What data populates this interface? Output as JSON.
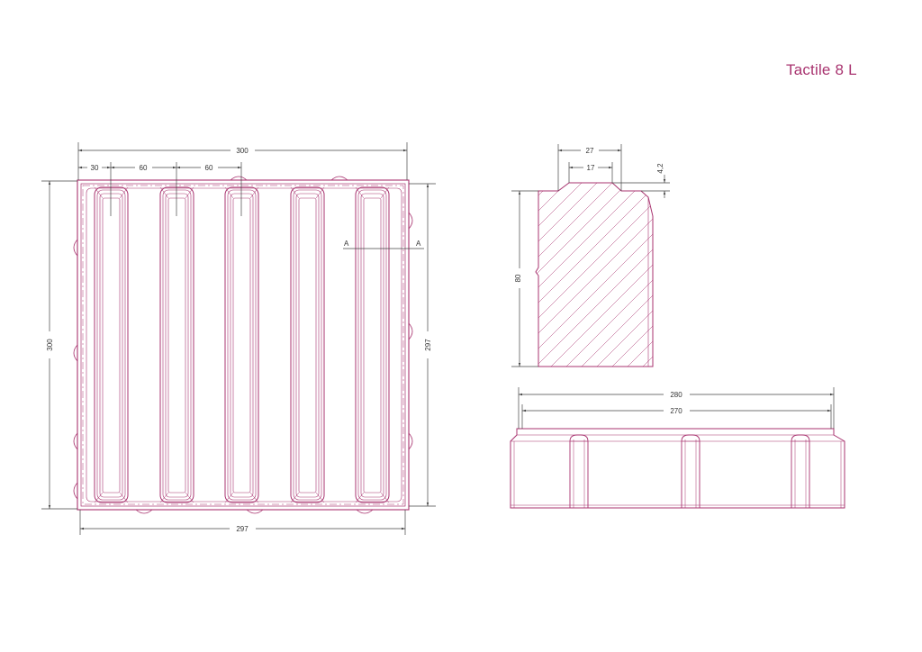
{
  "title": "Tactile 8 L",
  "colors": {
    "ink": "#a8336f",
    "title": "#a8336f",
    "dimension": "#444444",
    "dim_text": "#333333",
    "background": "#ffffff"
  },
  "plan_view": {
    "dimensions": {
      "overall_width": "300",
      "overall_height": "300",
      "inner_width": "297",
      "inner_height": "297",
      "edge_to_bar": "30",
      "bar_spacing_1": "60",
      "bar_spacing_2": "60"
    },
    "section_mark_left": "A",
    "section_mark_right": "A"
  },
  "section_view": {
    "dimensions": {
      "top_width": "27",
      "top_flat": "17",
      "bevel_depth": "4,2",
      "height": "80"
    }
  },
  "side_view": {
    "dimensions": {
      "overall": "280",
      "inner": "270"
    }
  }
}
